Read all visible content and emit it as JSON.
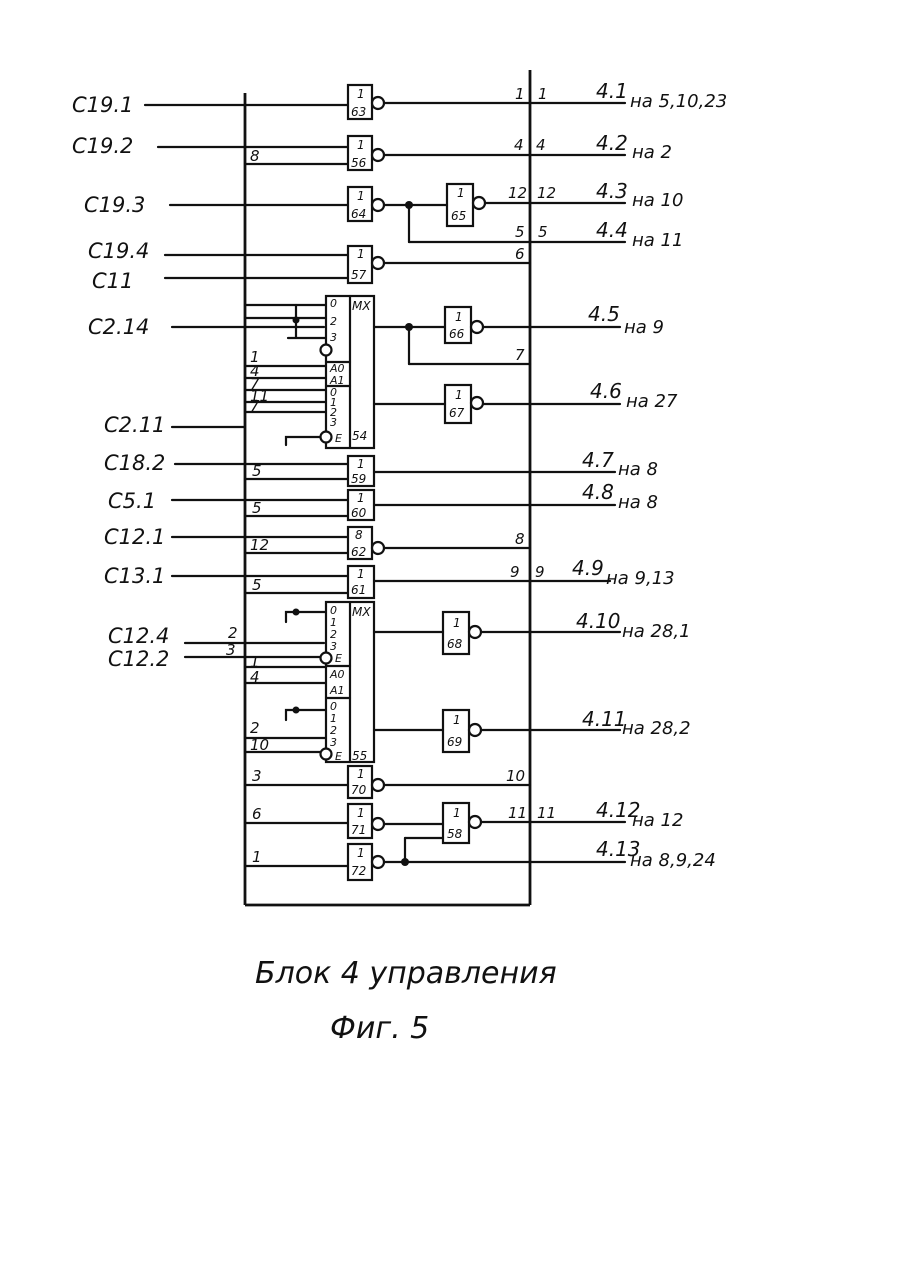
{
  "diagram_type": "logic schematic",
  "inputs": [
    {
      "label": "С19.1"
    },
    {
      "label": "С19.2"
    },
    {
      "label": "С19.3"
    },
    {
      "label": "С19.4"
    },
    {
      "label": "С11"
    },
    {
      "label": "С2.14"
    },
    {
      "label": "С2.11"
    },
    {
      "label": "С18.2"
    },
    {
      "label": "С5.1"
    },
    {
      "label": "С12.1"
    },
    {
      "label": "С13.1"
    },
    {
      "label": "С12.4"
    },
    {
      "label": "С12.2"
    }
  ],
  "outputs": [
    {
      "label": "4.1",
      "dest": "на 5,10,23"
    },
    {
      "label": "4.2",
      "dest": "на 2"
    },
    {
      "label": "4.3",
      "dest": "на 10"
    },
    {
      "label": "4.4",
      "dest": "на 11"
    },
    {
      "label": "4.5",
      "dest": "на 9"
    },
    {
      "label": "4.6",
      "dest": "на 27"
    },
    {
      "label": "4.7",
      "dest": "на 8"
    },
    {
      "label": "4.8",
      "dest": "на 8"
    },
    {
      "label": "4.9",
      "dest": "на 9,13"
    },
    {
      "label": "4.10",
      "dest": "на 28,1"
    },
    {
      "label": "4.11",
      "dest": "на 28,2"
    },
    {
      "label": "4.12",
      "dest": "на 12"
    },
    {
      "label": "4.13",
      "dest": "на 8,9,24"
    }
  ],
  "gates": [
    {
      "type": "1",
      "id": "63"
    },
    {
      "type": "1",
      "id": "56"
    },
    {
      "type": "1",
      "id": "64"
    },
    {
      "type": "1",
      "id": "65"
    },
    {
      "type": "1",
      "id": "57"
    },
    {
      "type": "1",
      "id": "66"
    },
    {
      "type": "1",
      "id": "67"
    },
    {
      "type": "1",
      "id": "59"
    },
    {
      "type": "1",
      "id": "60"
    },
    {
      "type": "8",
      "id": "62"
    },
    {
      "type": "1",
      "id": "61"
    },
    {
      "type": "1",
      "id": "68"
    },
    {
      "type": "1",
      "id": "69"
    },
    {
      "type": "1",
      "id": "70"
    },
    {
      "type": "1",
      "id": "71"
    },
    {
      "type": "1",
      "id": "58"
    },
    {
      "type": "1",
      "id": "72"
    }
  ],
  "muxes": [
    {
      "type": "MX",
      "id": "54",
      "pins": [
        "0",
        "2",
        "3",
        "A0",
        "A1",
        "0",
        "1",
        "2",
        "3",
        "E"
      ]
    },
    {
      "type": "MX",
      "id": "55",
      "pins": [
        "0",
        "1",
        "2",
        "3",
        "E",
        "A0",
        "A1",
        "0",
        "1",
        "2",
        "3",
        "E"
      ]
    }
  ],
  "bus_numbers": [
    "1",
    "4",
    "12",
    "5",
    "6",
    "7",
    "8",
    "9",
    "10",
    "11"
  ],
  "left_bus_numbers": [
    "8",
    "1",
    "4",
    "7",
    "11",
    "7",
    "5",
    "5",
    "12",
    "5",
    "2",
    "3",
    "1",
    "4",
    "2",
    "10",
    "3",
    "6",
    "1"
  ],
  "caption": {
    "title": "Блок 4 управления",
    "figure": "Фиг. 5"
  }
}
